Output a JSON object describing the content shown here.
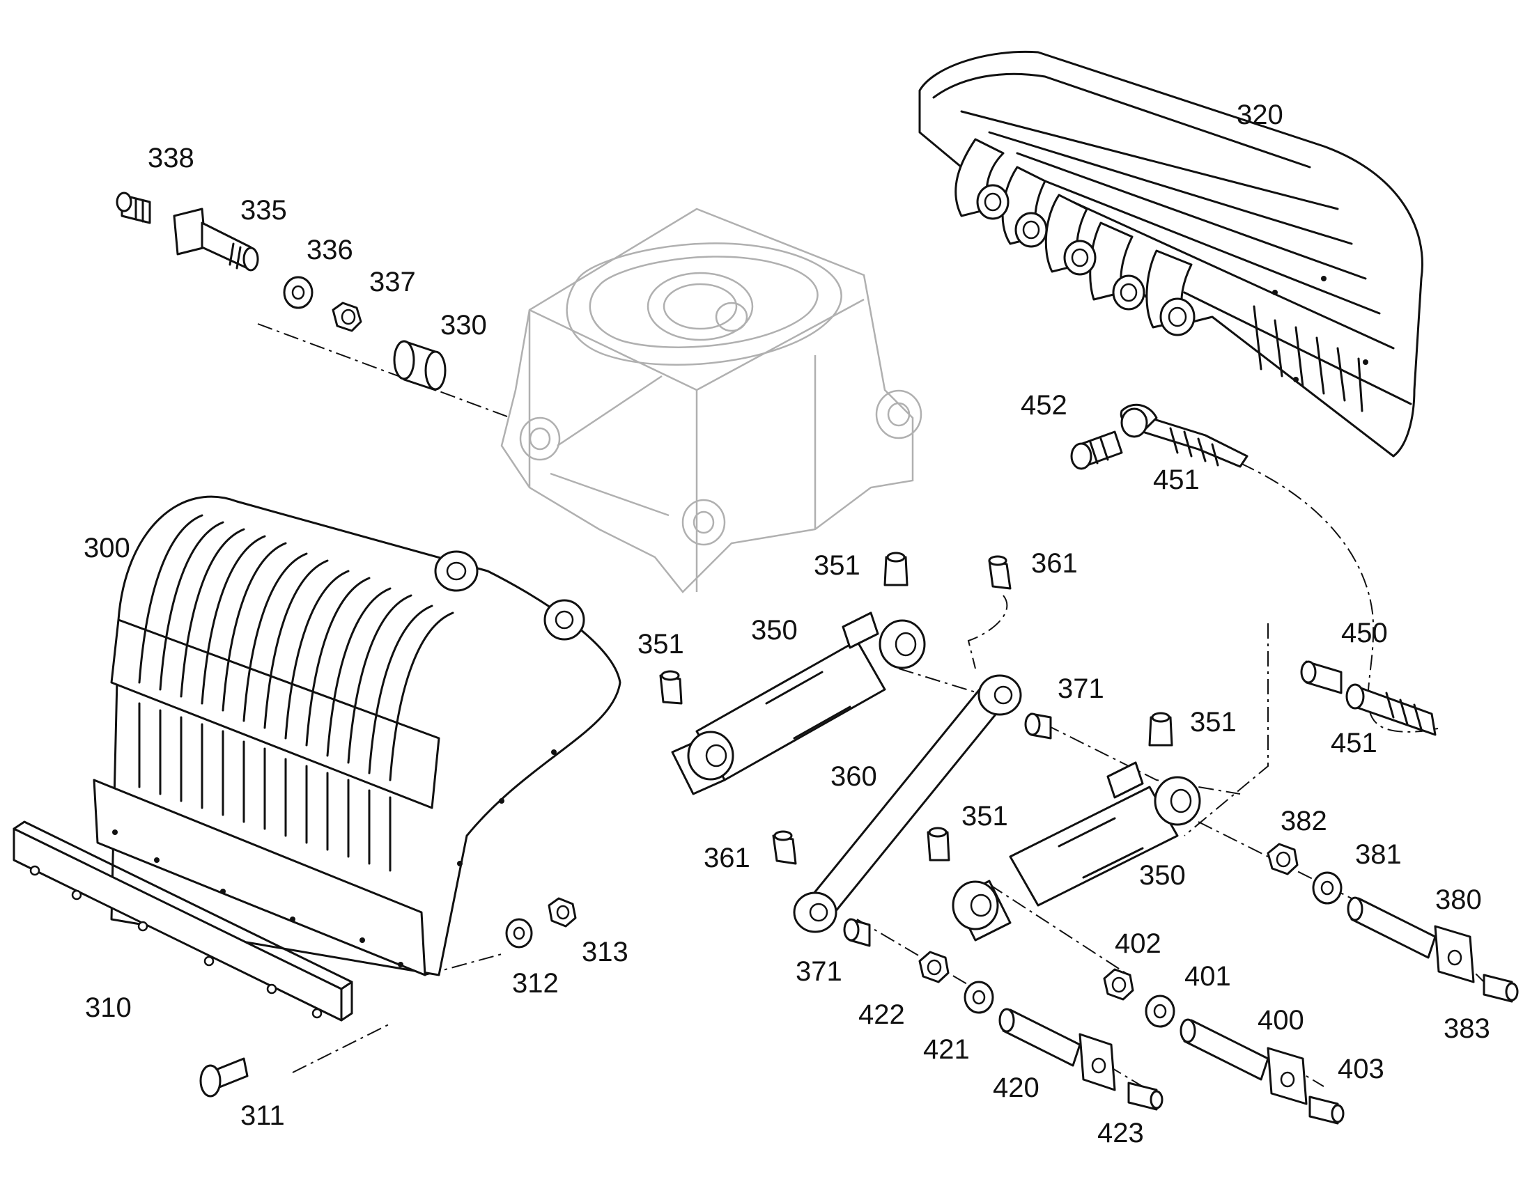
{
  "part_labels": {
    "p300": "300",
    "p310": "310",
    "p311": "311",
    "p312": "312",
    "p313": "313",
    "p320": "320",
    "p330": "330",
    "p335": "335",
    "p336": "336",
    "p337": "337",
    "p338": "338",
    "p350a": "350",
    "p350b": "350",
    "p351a": "351",
    "p351b": "351",
    "p351c": "351",
    "p351d": "351",
    "p360": "360",
    "p361a": "361",
    "p361b": "361",
    "p371a": "371",
    "p371b": "371",
    "p380": "380",
    "p381": "381",
    "p382": "382",
    "p383": "383",
    "p400": "400",
    "p401": "401",
    "p402": "402",
    "p403": "403",
    "p420": "420",
    "p421": "421",
    "p422": "422",
    "p423": "423",
    "p450": "450",
    "p451a": "451",
    "p451b": "451",
    "p452": "452"
  }
}
